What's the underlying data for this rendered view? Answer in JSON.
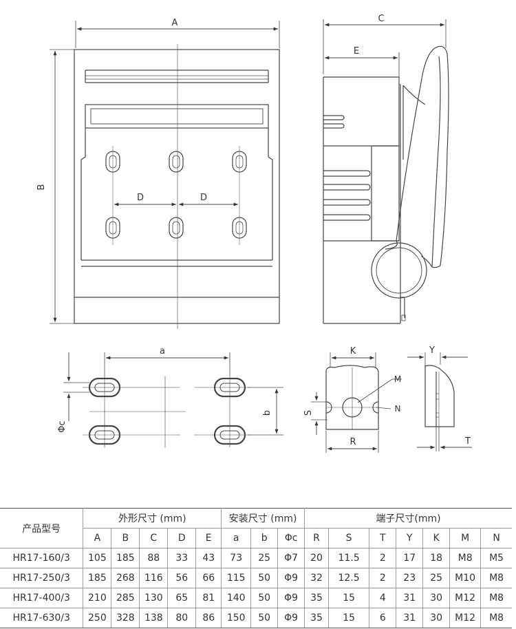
{
  "dimension_labels": {
    "A": "A",
    "B": "B",
    "C": "C",
    "E": "E",
    "D": "D",
    "a": "a",
    "b": "b",
    "phi_c": "Φc",
    "K": "K",
    "M": "M",
    "N": "N",
    "S": "S",
    "R": "R",
    "Y": "Y",
    "T": "T"
  },
  "table": {
    "product_model_header": "产品型号",
    "groups": [
      {
        "label": "外形尺寸 (mm)",
        "columns": [
          "A",
          "B",
          "C",
          "D",
          "E"
        ]
      },
      {
        "label": "安装尺寸 (mm)",
        "columns": [
          "a",
          "b",
          "Φc"
        ]
      },
      {
        "label": "端子尺寸(mm)",
        "columns": [
          "R",
          "S",
          "T",
          "Y",
          "K",
          "M",
          "N"
        ]
      }
    ],
    "rows": [
      {
        "model": "HR17-160/3",
        "values": [
          "105",
          "185",
          "88",
          "33",
          "43",
          "73",
          "25",
          "Φ7",
          "20",
          "11.5",
          "2",
          "17",
          "18",
          "M8",
          "M5"
        ]
      },
      {
        "model": "HR17-250/3",
        "values": [
          "185",
          "268",
          "116",
          "56",
          "66",
          "115",
          "50",
          "Φ9",
          "32",
          "12.5",
          "2",
          "23",
          "25",
          "M10",
          "M8"
        ]
      },
      {
        "model": "HR17-400/3",
        "values": [
          "210",
          "285",
          "130",
          "65",
          "81",
          "140",
          "50",
          "Φ9",
          "35",
          "15",
          "4",
          "31",
          "30",
          "M12",
          "M8"
        ]
      },
      {
        "model": "HR17-630/3",
        "values": [
          "250",
          "328",
          "138",
          "80",
          "86",
          "150",
          "50",
          "Φ9",
          "35",
          "15",
          "6",
          "31",
          "30",
          "M12",
          "M8"
        ]
      }
    ]
  }
}
